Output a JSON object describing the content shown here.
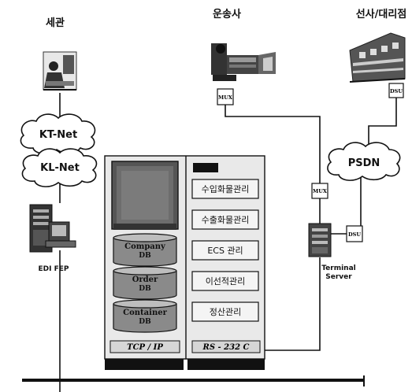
{
  "labels": {
    "customs": "세관",
    "carrier": "운송사",
    "shipping_agent": "선사/대리점",
    "kt_net": "KT-Net",
    "kl_net": "KL-Net",
    "edi_fep": "EDI FEP",
    "psdn": "PSDN",
    "terminal_server_line1": "Terminal",
    "terminal_server_line2": "Server",
    "mux_top": "MUX",
    "mux_mid": "MUX",
    "dsu_top": "DSU",
    "dsu_mid": "DSU"
  },
  "databases": [
    {
      "name": "Company",
      "sub": "DB"
    },
    {
      "name": "Order",
      "sub": "DB"
    },
    {
      "name": "Container",
      "sub": "DB"
    }
  ],
  "modules": [
    "수입화물관리",
    "수출화물관리",
    "ECS 관리",
    "이선적관리",
    "정산관리"
  ],
  "interfaces": {
    "left": "TCP / IP",
    "right": "RS - 232 C"
  }
}
